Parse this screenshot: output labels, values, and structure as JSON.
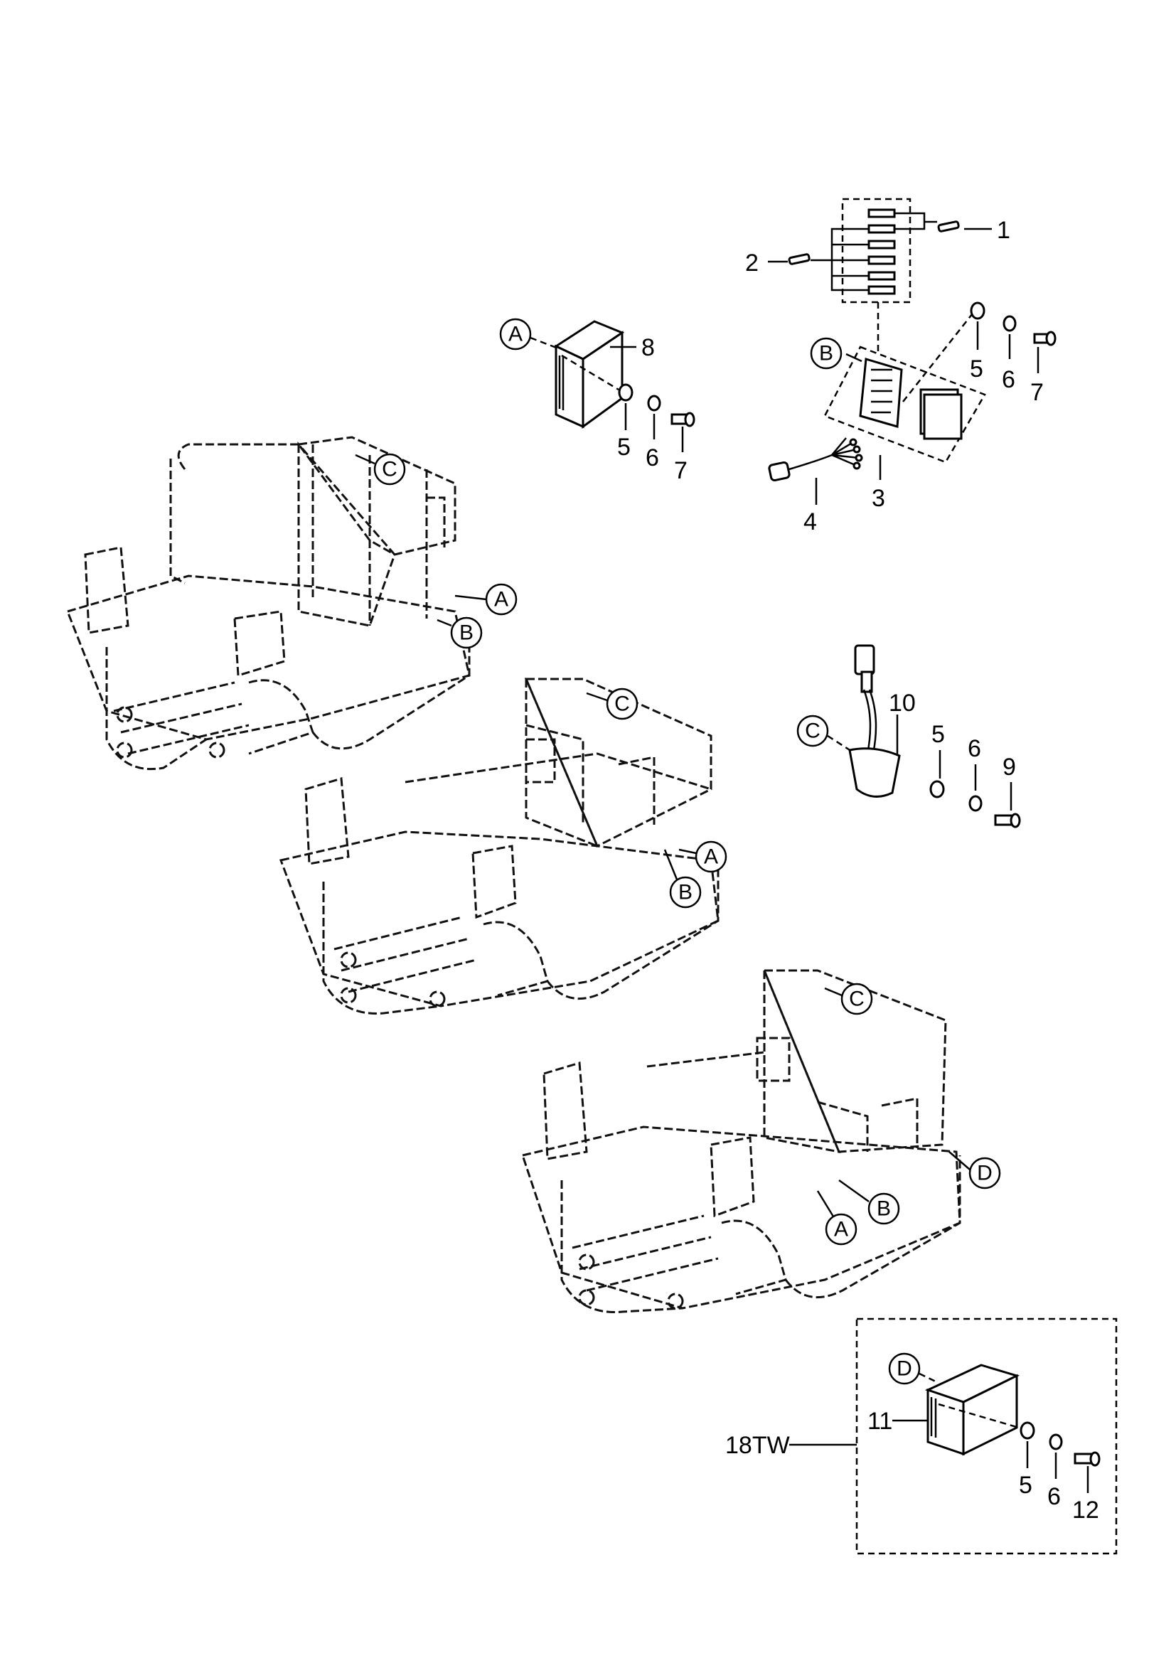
{
  "callouts": {
    "A": "A",
    "B": "B",
    "C": "C",
    "D": "D"
  },
  "parts": {
    "p1": "1",
    "p2": "2",
    "p3": "3",
    "p4": "4",
    "p5": "5",
    "p6": "6",
    "p7": "7",
    "p8": "8",
    "p9": "9",
    "p10": "10",
    "p11": "11",
    "p12": "12"
  },
  "variant_label": "18TW"
}
